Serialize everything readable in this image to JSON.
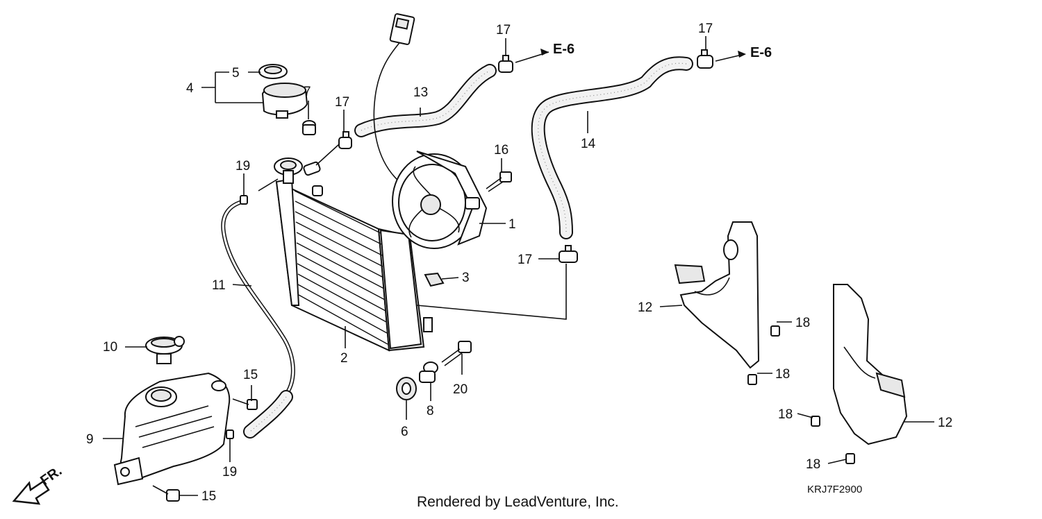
{
  "diagram": {
    "callouts": {
      "c1": "1",
      "c2": "2",
      "c3": "3",
      "c4": "4",
      "c5": "5",
      "c6": "6",
      "c7": "7",
      "c8": "8",
      "c9": "9",
      "c10": "10",
      "c11": "11",
      "c12a": "12",
      "c12b": "12",
      "c13": "13",
      "c14": "14",
      "c15a": "15",
      "c15b": "15",
      "c16": "16",
      "c17a": "17",
      "c17b": "17",
      "c17c": "17",
      "c17d": "17",
      "c18a": "18",
      "c18b": "18",
      "c18c": "18",
      "c18d": "18",
      "c19a": "19",
      "c19b": "19",
      "c20": "20"
    },
    "references": {
      "ref_a": "E-6",
      "ref_b": "E-6"
    },
    "direction_label": "FR.",
    "diagram_code": "KRJ7F2900",
    "credit": "Rendered by LeadVenture, Inc."
  }
}
